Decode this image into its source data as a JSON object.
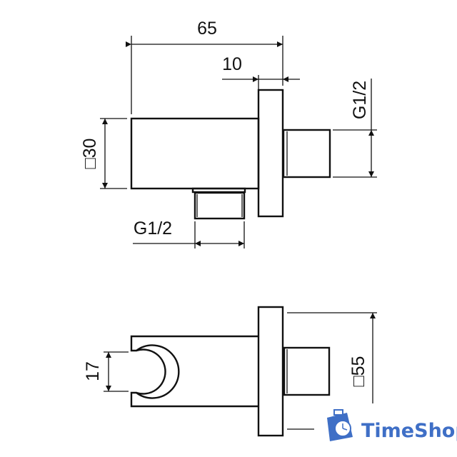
{
  "dimensions": {
    "overall_length": "65",
    "flange_thickness": "10",
    "outlet_thread_side": "G1/2",
    "outlet_thread_bottom": "G1/2",
    "body_square": "□30",
    "holder_opening": "17",
    "flange_square": "□55"
  },
  "logo": {
    "text": "TimeShop",
    "color": "#3f6fc6"
  }
}
